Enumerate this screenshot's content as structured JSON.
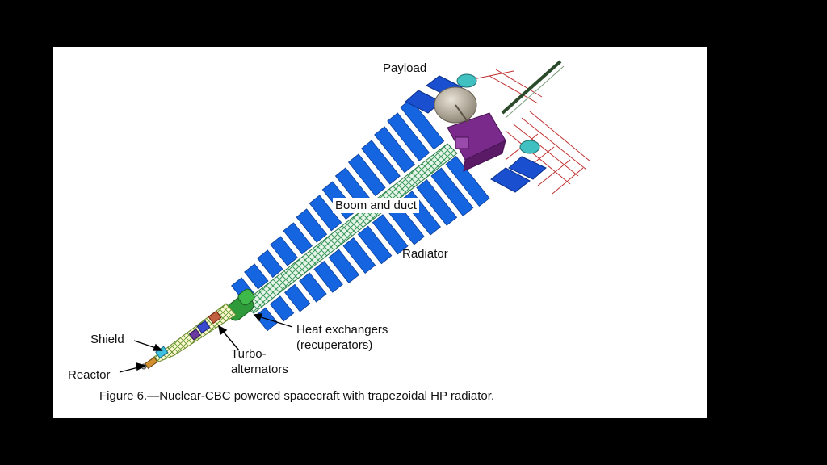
{
  "labels": {
    "payload": "Payload",
    "boom_and_duct": "Boom and duct",
    "radiator": "Radiator",
    "heat_exchangers": "Heat exchangers",
    "recuperators": "(recuperators)",
    "shield": "Shield",
    "turbo": "Turbo-",
    "alternators": "alternators",
    "reactor": "Reactor"
  },
  "caption": "Figure 6.—Nuclear-CBC powered spacecraft with trapezoidal HP radiator.",
  "colors": {
    "background": "#000000",
    "slide": "#ffffff",
    "radiator_panel": "#1565e0",
    "radiator_edge": "#0b3d99",
    "truss": "#3a9a5a",
    "module": "#7a2a8a",
    "dish": "#b8b0a0",
    "solar_panel": "#1a4fd0",
    "heat_exchanger": "#2f9a3a",
    "truss_red": "#c03030",
    "shield": "#40c0e0",
    "reactor": "#d09030"
  }
}
